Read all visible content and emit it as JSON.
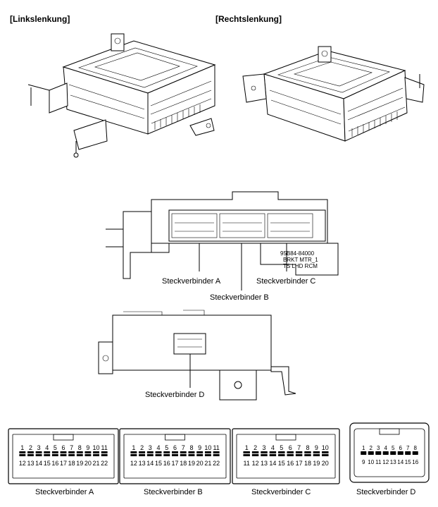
{
  "headers": {
    "left": "[Linkslenkung]",
    "right": "[Rechtslenkung]"
  },
  "callouts": {
    "connector_a": "Steckverbinder A",
    "connector_b": "Steckverbinder B",
    "connector_c": "Steckverbinder C",
    "connector_d": "Steckverbinder D"
  },
  "pinouts": [
    {
      "name": "Steckverbinder A",
      "top": [
        "1",
        "2",
        "3",
        "4",
        "5",
        "6",
        "7",
        "8",
        "9",
        "10",
        "11"
      ],
      "bottom": [
        "12",
        "13",
        "14",
        "15",
        "16",
        "17",
        "18",
        "19",
        "20",
        "21",
        "22"
      ]
    },
    {
      "name": "Steckverbinder B",
      "top": [
        "1",
        "2",
        "3",
        "4",
        "5",
        "6",
        "7",
        "8",
        "9",
        "10",
        "11"
      ],
      "bottom": [
        "12",
        "13",
        "14",
        "15",
        "16",
        "17",
        "18",
        "19",
        "20",
        "21",
        "22"
      ]
    },
    {
      "name": "Steckverbinder C",
      "top": [
        "1",
        "2",
        "3",
        "4",
        "5",
        "6",
        "7",
        "8",
        "9",
        "10"
      ],
      "bottom": [
        "11",
        "12",
        "13",
        "14",
        "15",
        "16",
        "17",
        "18",
        "19",
        "20"
      ]
    },
    {
      "name": "Steckverbinder D",
      "top": [
        "1",
        "2",
        "3",
        "4",
        "5",
        "6",
        "7",
        "8"
      ],
      "bottom": [
        "9",
        "10",
        "11",
        "12",
        "13",
        "14",
        "15",
        "16"
      ]
    }
  ]
}
